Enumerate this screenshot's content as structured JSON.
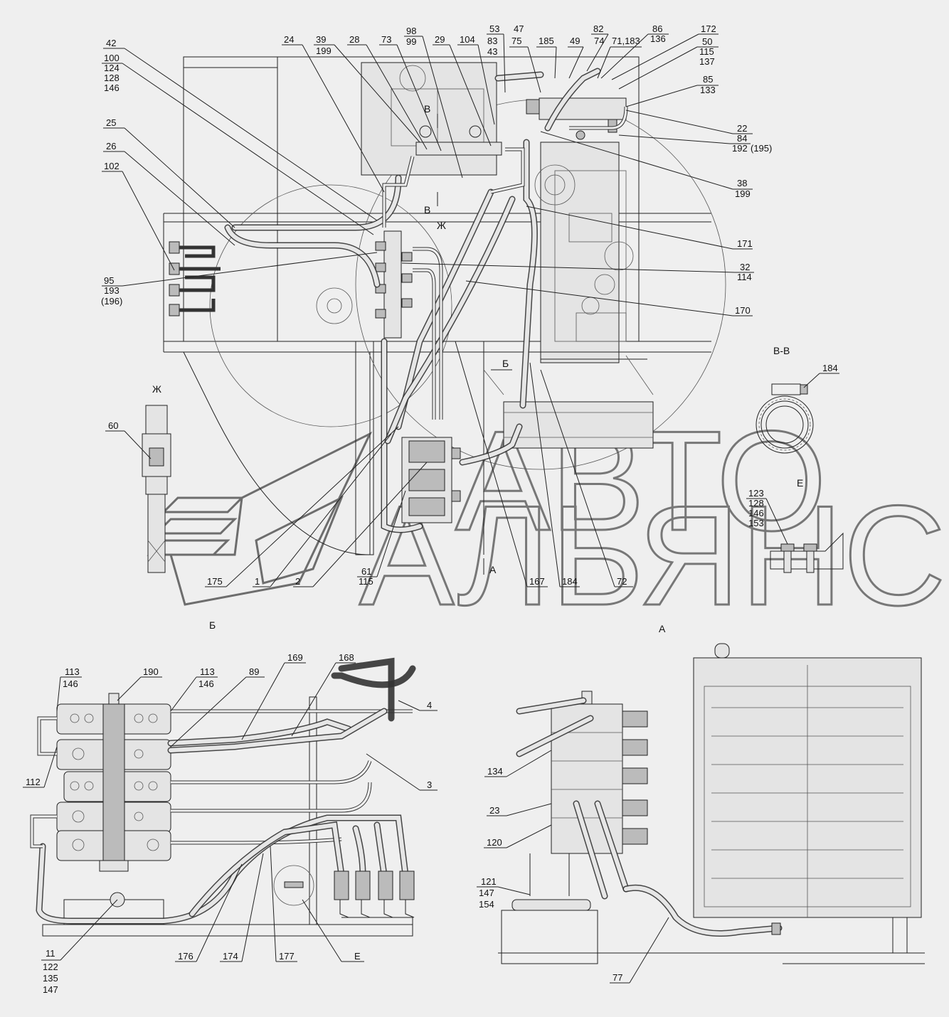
{
  "watermark": {
    "line1": "АВТО",
    "line2": "АЛЬЯНС"
  },
  "views": {
    "b": "Б",
    "a": "А",
    "zh": "Ж",
    "vv": "В-В",
    "e": "Е",
    "e2": "Е",
    "v1": "В",
    "v2": "В",
    "b_arrow": "Б",
    "a_arrow": "А",
    "zh_arrow": "Ж"
  },
  "callouts": {
    "c42": "42",
    "c100": "100",
    "c124": "124",
    "c128": "128",
    "c146": "146",
    "c25": "25",
    "c26": "26",
    "c102": "102",
    "c95": "95",
    "c193": "193",
    "c196": "(196)",
    "c24": "24",
    "c39": "39",
    "c199a": "199",
    "c28": "28",
    "c73": "73",
    "c98": "98",
    "c99": "99",
    "c29": "29",
    "c104": "104",
    "c53": "53",
    "c83": "83",
    "c43": "43",
    "c47": "47",
    "c75": "75",
    "c185": "185",
    "c49": "49",
    "c82": "82",
    "c74": "74",
    "c71": "71,183",
    "c86": "86",
    "c136": "136",
    "c172": "172",
    "c50": "50",
    "c115a": "115",
    "c137": "137",
    "c85": "85",
    "c133": "133",
    "c22": "22",
    "c84": "84",
    "c192": "192",
    "c195": "(195)",
    "c38": "38",
    "c199b": "199",
    "c171": "171",
    "c32": "32",
    "c114": "114",
    "c170": "170",
    "c184a": "184",
    "c60": "60",
    "c123": "123",
    "c128b": "128",
    "c146b": "146",
    "c153": "153",
    "c175": "175",
    "c1": "1",
    "c2": "2",
    "c61": "61",
    "c115b": "115",
    "c167": "167",
    "c184b": "184",
    "c72": "72",
    "c113a": "113",
    "c146c": "146",
    "c190": "190",
    "c113b": "113",
    "c146d": "146",
    "c89": "89",
    "c169": "169",
    "c168": "168",
    "c4": "4",
    "c3": "3",
    "c112": "112",
    "c11": "11",
    "c122": "122",
    "c135": "135",
    "c147a": "147",
    "c176": "176",
    "c174": "174",
    "c177": "177",
    "cE": "Е",
    "c134": "134",
    "c23": "23",
    "c120": "120",
    "c121": "121",
    "c147b": "147",
    "c154": "154",
    "c77": "77"
  }
}
